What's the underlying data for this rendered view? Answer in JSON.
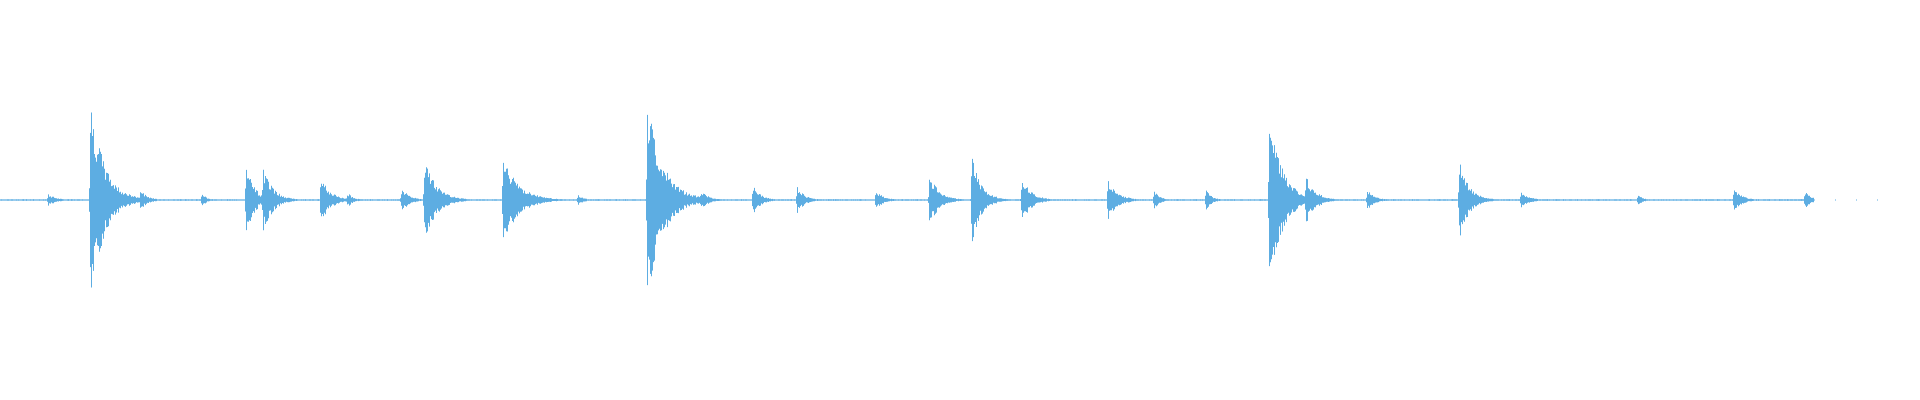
{
  "waveform": {
    "color": "#5dade2",
    "background": "#ffffff",
    "baseline_amplitude": 0.006,
    "trailing_silence_fraction": 0.055,
    "transients": [
      {
        "t": 0.025,
        "amp": 0.06,
        "decay": 0.004
      },
      {
        "t": 0.047,
        "amp": 1.0,
        "decay": 0.007
      },
      {
        "t": 0.073,
        "amp": 0.1,
        "decay": 0.004
      },
      {
        "t": 0.105,
        "amp": 0.08,
        "decay": 0.002
      },
      {
        "t": 0.128,
        "amp": 0.38,
        "decay": 0.004
      },
      {
        "t": 0.137,
        "amp": 0.32,
        "decay": 0.005
      },
      {
        "t": 0.167,
        "amp": 0.22,
        "decay": 0.005
      },
      {
        "t": 0.181,
        "amp": 0.07,
        "decay": 0.003
      },
      {
        "t": 0.209,
        "amp": 0.12,
        "decay": 0.004
      },
      {
        "t": 0.221,
        "amp": 0.44,
        "decay": 0.006
      },
      {
        "t": 0.262,
        "amp": 0.42,
        "decay": 0.008
      },
      {
        "t": 0.301,
        "amp": 0.05,
        "decay": 0.003
      },
      {
        "t": 0.337,
        "amp": 1.0,
        "decay": 0.008
      },
      {
        "t": 0.365,
        "amp": 0.1,
        "decay": 0.004
      },
      {
        "t": 0.392,
        "amp": 0.14,
        "decay": 0.004
      },
      {
        "t": 0.415,
        "amp": 0.13,
        "decay": 0.004
      },
      {
        "t": 0.456,
        "amp": 0.1,
        "decay": 0.004
      },
      {
        "t": 0.484,
        "amp": 0.25,
        "decay": 0.005
      },
      {
        "t": 0.506,
        "amp": 0.42,
        "decay": 0.005
      },
      {
        "t": 0.532,
        "amp": 0.22,
        "decay": 0.005
      },
      {
        "t": 0.577,
        "amp": 0.2,
        "decay": 0.005
      },
      {
        "t": 0.601,
        "amp": 0.09,
        "decay": 0.003
      },
      {
        "t": 0.628,
        "amp": 0.1,
        "decay": 0.003
      },
      {
        "t": 0.661,
        "amp": 0.8,
        "decay": 0.007
      },
      {
        "t": 0.68,
        "amp": 0.24,
        "decay": 0.005
      },
      {
        "t": 0.712,
        "amp": 0.1,
        "decay": 0.004
      },
      {
        "t": 0.76,
        "amp": 0.38,
        "decay": 0.005
      },
      {
        "t": 0.792,
        "amp": 0.09,
        "decay": 0.004
      },
      {
        "t": 0.853,
        "amp": 0.05,
        "decay": 0.003
      },
      {
        "t": 0.903,
        "amp": 0.12,
        "decay": 0.004
      },
      {
        "t": 0.94,
        "amp": 0.08,
        "decay": 0.004
      },
      {
        "t": 0.958,
        "amp": 0.06,
        "decay": 0.004
      }
    ]
  }
}
